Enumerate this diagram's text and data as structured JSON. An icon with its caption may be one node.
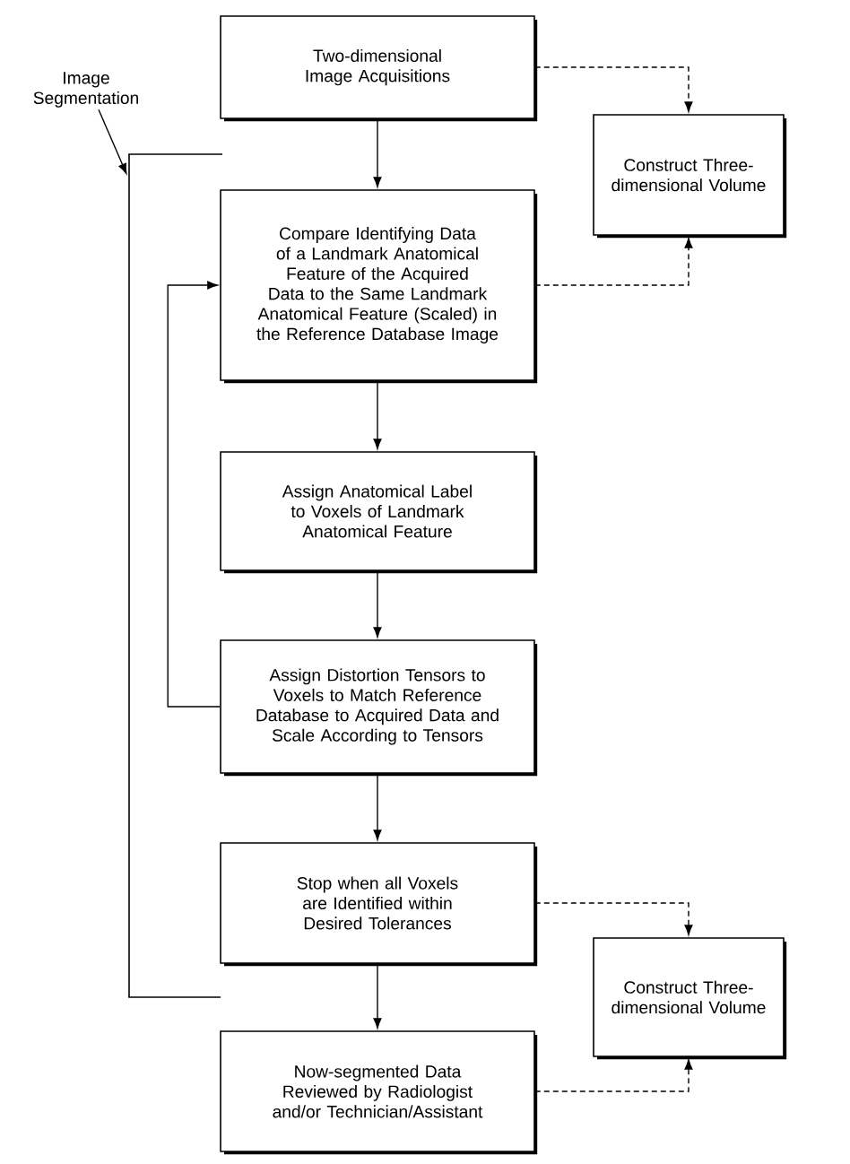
{
  "diagram": {
    "nodes": [
      {
        "text": [
          "Two-dimensional Image Acquisitions"
        ]
      },
      {
        "text": [
          "Compare Identifying Data of a Landmark Anatomical Feature of the Acquired Data to the Same Landmark Anatomical Feature (Scaled) in the Reference Database Image"
        ]
      },
      {
        "text": [
          "Assign Anatomical Label to Voxels of Landmark Anatomical Feature"
        ]
      },
      {
        "text": [
          "Assign Distortion Tensors to Voxels to Match Reference Database to Acquired Data and Scale According to Tensors"
        ]
      },
      {
        "text": [
          "Stop when all Voxels are Identified within Desired Tolerances"
        ]
      },
      {
        "text": [
          "Now-segmented Data Reviewed by Radiologist and/or Technician/Assistant"
        ]
      },
      {
        "text": [
          "Construct Three-dimensional Volume"
        ]
      },
      {
        "text": [
          "Construct Three-dimensional Volume"
        ]
      },
      {
        "text": [
          "Image Segmentation"
        ]
      },
      {
        "text": [],
        "shape": "bracket"
      }
    ],
    "edges": [
      {
        "from": 0,
        "to": 1,
        "arrow": "to"
      },
      {
        "from": 1,
        "to": 2,
        "arrow": "to"
      },
      {
        "from": 2,
        "to": 3,
        "arrow": "to"
      },
      {
        "from": 3,
        "to": 4,
        "arrow": "to"
      },
      {
        "from": 4,
        "to": 5,
        "arrow": "to"
      },
      {
        "from": 3,
        "to": 1,
        "arrow": "to"
      },
      {
        "from": 0,
        "to": 6,
        "arrow": "to",
        "style": "dashed"
      },
      {
        "from": 1,
        "to": 6,
        "arrow": "to",
        "style": "dashed"
      },
      {
        "from": 4,
        "to": 7,
        "arrow": "to",
        "style": "dashed"
      },
      {
        "from": 5,
        "to": 7,
        "arrow": "to",
        "style": "dashed"
      },
      {
        "from": 8,
        "to": 9,
        "arrow": "to"
      }
    ]
  }
}
